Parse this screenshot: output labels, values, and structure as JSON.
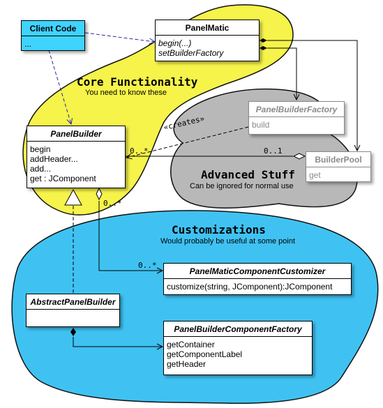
{
  "regions": {
    "core": {
      "title": "Core Functionality",
      "subtitle": "You need to know these",
      "color": "#f6f34a"
    },
    "advanced": {
      "title": "Advanced Stuff",
      "subtitle": "Can be ignored for normal use",
      "color": "#b8b8b8"
    },
    "customizations": {
      "title": "Customizations",
      "subtitle": "Would probably be useful at some point",
      "color": "#3fc2f2"
    }
  },
  "classes": {
    "client_code": {
      "name": "Client Code",
      "ops": [
        "..."
      ]
    },
    "panel_matic": {
      "name": "PanelMatic",
      "ops": [
        "begin(...)",
        "setBuilderFactory"
      ]
    },
    "panel_builder_factory": {
      "name": "PanelBuilderFactory",
      "ops": [
        "build"
      ]
    },
    "panel_builder": {
      "name": "PanelBuilder",
      "ops": [
        "begin",
        "addHeader...",
        "add...",
        "get : JComponent"
      ]
    },
    "builder_pool": {
      "name": "BuilderPool",
      "ops": [
        "get"
      ]
    },
    "customizer": {
      "name": "PanelMaticComponentCustomizer",
      "ops": [
        "customize(string, JComponent):JComponent"
      ]
    },
    "abstract_builder": {
      "name": "AbstractPanelBuilder",
      "ops": []
    },
    "component_factory": {
      "name": "PanelBuilderComponentFactory",
      "ops": [
        "getContainer",
        "getComponentLabel",
        "getHeader"
      ]
    }
  },
  "labels": {
    "creates": "«creates»",
    "mult_builder_pool_many": "0..*",
    "mult_builder_pool_one": "0..1",
    "mult_customizer_many_a": "0..*",
    "mult_customizer_many_b": "0..*"
  }
}
